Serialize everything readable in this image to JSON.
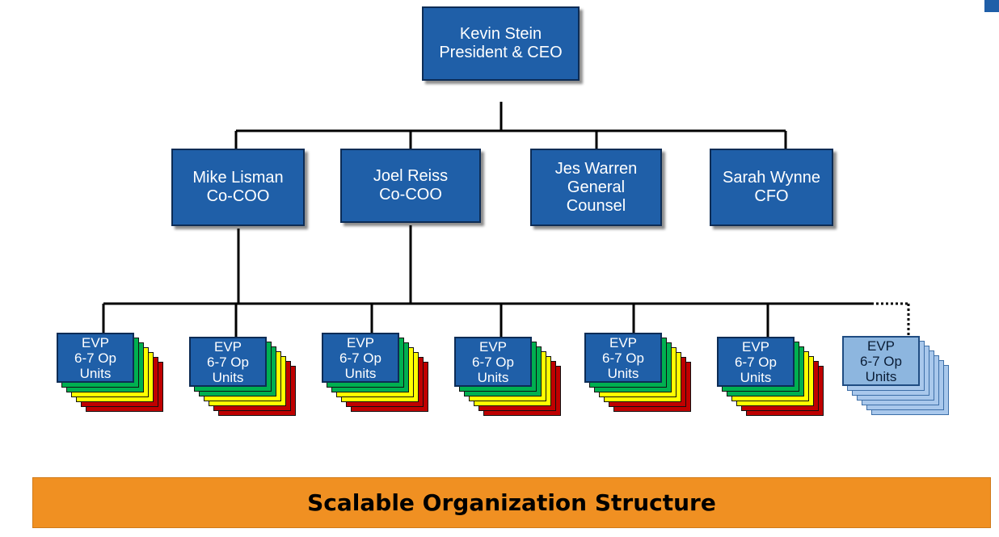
{
  "ceo": {
    "name": "Kevin Stein",
    "title": "President & CEO"
  },
  "executives": [
    {
      "name": "Mike Lisman",
      "title": "Co-COO"
    },
    {
      "name": "Joel Reiss",
      "title": "Co-COO"
    },
    {
      "name": "Jes Warren",
      "title": "General",
      "title2": "Counsel"
    },
    {
      "name": "Sarah Wynne",
      "title": "CFO"
    }
  ],
  "units": [
    {
      "line1": "EVP",
      "line2": "6-7 Op",
      "line3": "Units"
    },
    {
      "line1": "EVP",
      "line2": "6-7 Op",
      "line3": "Units"
    },
    {
      "line1": "EVP",
      "line2": "6-7 Op",
      "line3": "Units"
    },
    {
      "line1": "EVP",
      "line2": "6-7 Op",
      "line3": "Units"
    },
    {
      "line1": "EVP",
      "line2": "6-7 Op",
      "line3": "Units"
    },
    {
      "line1": "EVP",
      "line2": "6-7 Op",
      "line3": "Units"
    },
    {
      "line1": "EVP",
      "line2": "6-7 Op",
      "line3": "Units",
      "future": true
    }
  ],
  "colors": {
    "box": "#1f5fa8",
    "box_light": "#8db6df",
    "stack_sheets": [
      "#c00000",
      "#c00000",
      "#ffff00",
      "#ffff00",
      "#00b050",
      "#00b050"
    ],
    "stack_sheets_light": [
      "#a9c8ec",
      "#a9c8ec",
      "#a9c8ec",
      "#a9c8ec",
      "#a9c8ec",
      "#a9c8ec"
    ],
    "banner": "#f09022"
  },
  "banner": {
    "text": "Scalable Organization Structure"
  }
}
